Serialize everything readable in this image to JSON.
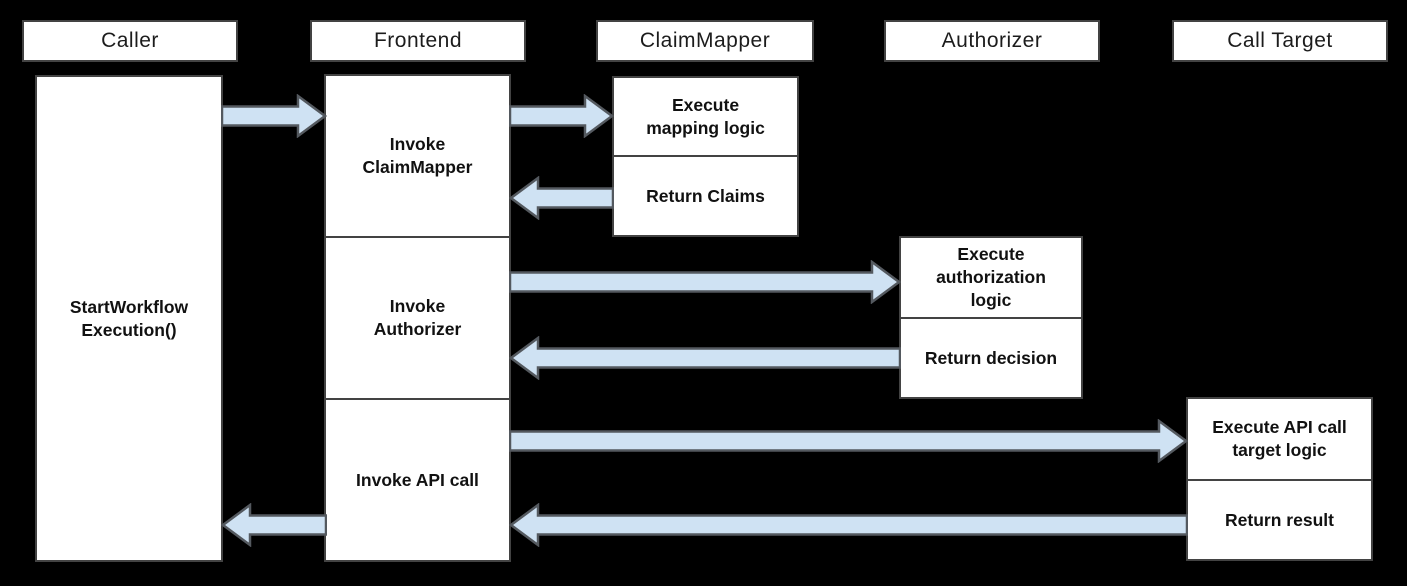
{
  "diagram_type": "sequence-flow",
  "colors": {
    "background": "#000000",
    "box_fill": "#ffffff",
    "box_border": "#434343",
    "arrow_fill": "#cfe2f3",
    "arrow_border": "#54595f",
    "header_text": "#1c1c1c",
    "body_text": "#111111"
  },
  "lifelines": [
    {
      "header": "Caller",
      "segments": [
        {
          "label": "StartWorkflow\nExecution()"
        }
      ]
    },
    {
      "header": "Frontend",
      "segments": [
        {
          "label": "Invoke\nClaimMapper"
        },
        {
          "label": "Invoke\nAuthorizer"
        },
        {
          "label": "Invoke API call"
        }
      ]
    },
    {
      "header": "ClaimMapper",
      "segments": [
        {
          "label": "Execute\nmapping logic"
        },
        {
          "label": "Return Claims"
        }
      ]
    },
    {
      "header": "Authorizer",
      "segments": [
        {
          "label": "Execute\nauthorization\nlogic"
        },
        {
          "label": "Return decision"
        }
      ]
    },
    {
      "header": "Call Target",
      "segments": [
        {
          "label": "Execute API call\ntarget logic"
        },
        {
          "label": "Return result"
        }
      ]
    }
  ],
  "arrows": [
    {
      "name": "caller-to-frontend",
      "direction": "right",
      "from": "Caller",
      "to": "Frontend"
    },
    {
      "name": "frontend-to-claimmapper",
      "direction": "right",
      "from": "Frontend",
      "to": "ClaimMapper"
    },
    {
      "name": "claimmapper-return-claims",
      "direction": "left",
      "from": "ClaimMapper",
      "to": "Frontend"
    },
    {
      "name": "frontend-to-authorizer",
      "direction": "right",
      "from": "Frontend",
      "to": "Authorizer"
    },
    {
      "name": "authorizer-return-decision",
      "direction": "left",
      "from": "Authorizer",
      "to": "Frontend"
    },
    {
      "name": "frontend-to-call-target",
      "direction": "right",
      "from": "Frontend",
      "to": "Call Target"
    },
    {
      "name": "call-target-return-result",
      "direction": "left",
      "from": "Call Target",
      "to": "Frontend"
    },
    {
      "name": "frontend-return-to-caller",
      "direction": "left",
      "from": "Frontend",
      "to": "Caller"
    }
  ]
}
